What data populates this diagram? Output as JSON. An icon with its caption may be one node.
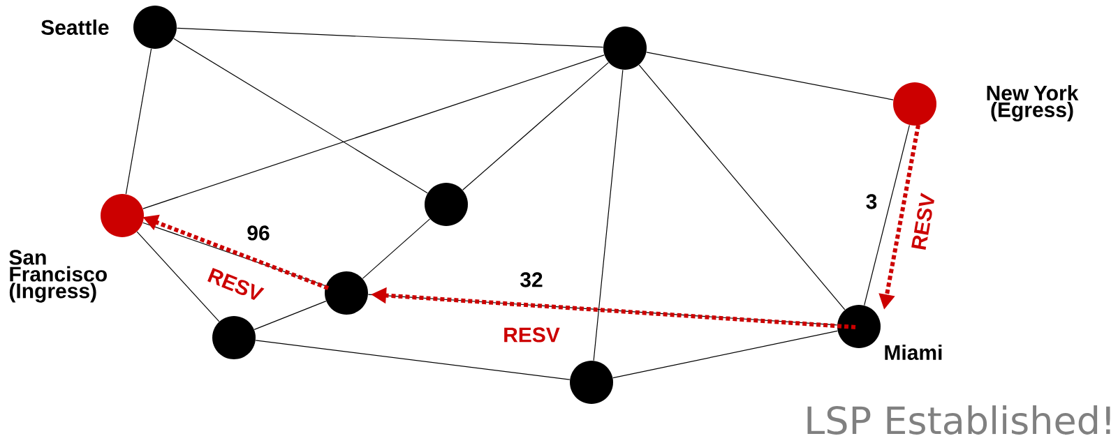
{
  "diagram": {
    "nodes": [
      {
        "text": [],
        "shape": "circle",
        "beside": [
          "Seattle"
        ]
      },
      {
        "text": [],
        "shape": "circle"
      },
      {
        "text": [],
        "shape": "circle",
        "beside": [
          "New York (Egress)"
        ]
      },
      {
        "text": [],
        "shape": "circle",
        "beside": [
          "San Francisco (Ingress)"
        ]
      },
      {
        "text": [],
        "shape": "circle"
      },
      {
        "text": [],
        "shape": "circle"
      },
      {
        "text": [],
        "shape": "circle"
      },
      {
        "text": [],
        "shape": "circle"
      },
      {
        "text": [],
        "shape": "circle",
        "beside": [
          "Miami"
        ]
      }
    ],
    "edges": [
      {
        "from": 0,
        "to": 1,
        "arrow": "none"
      },
      {
        "from": 0,
        "to": 3,
        "arrow": "none"
      },
      {
        "from": 0,
        "to": 4,
        "arrow": "none"
      },
      {
        "from": 1,
        "to": 2,
        "arrow": "none"
      },
      {
        "from": 1,
        "to": 3,
        "arrow": "none"
      },
      {
        "from": 1,
        "to": 4,
        "arrow": "none"
      },
      {
        "from": 1,
        "to": 7,
        "arrow": "none"
      },
      {
        "from": 1,
        "to": 8,
        "arrow": "none"
      },
      {
        "from": 4,
        "to": 5,
        "arrow": "none"
      },
      {
        "from": 3,
        "to": 5,
        "arrow": "none",
        "label": "96"
      },
      {
        "from": 3,
        "to": 6,
        "arrow": "none"
      },
      {
        "from": 5,
        "to": 6,
        "arrow": "none"
      },
      {
        "from": 5,
        "to": 8,
        "arrow": "none",
        "label": "32"
      },
      {
        "from": 6,
        "to": 7,
        "arrow": "none"
      },
      {
        "from": 7,
        "to": 8,
        "arrow": "none"
      },
      {
        "from": 2,
        "to": 8,
        "arrow": "none",
        "label": "3"
      },
      {
        "from": 2,
        "to": 8,
        "arrow": "to",
        "label": "RESV",
        "style": "dashed",
        "color": "#cc0000"
      },
      {
        "from": 8,
        "to": 5,
        "arrow": "to",
        "label": "RESV",
        "style": "dashed",
        "color": "#cc0000"
      },
      {
        "from": 5,
        "to": 3,
        "arrow": "to",
        "label": "RESV",
        "style": "dashed",
        "color": "#cc0000"
      }
    ],
    "labels": [
      "LSP Established!"
    ]
  }
}
